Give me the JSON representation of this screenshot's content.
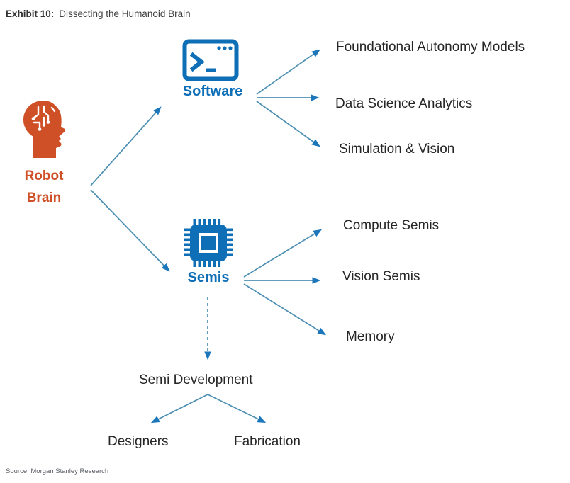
{
  "header": {
    "exhibit_label": "Exhibit 10:",
    "title": "Dissecting the Humanoid Brain"
  },
  "footer": {
    "source": "Source: Morgan Stanley Research"
  },
  "colors": {
    "accent_blue": "#0e6fb7",
    "arrow_line_blue": "#4c8fb3",
    "arrowhead_blue": "#1b76ba",
    "brand_orange": "#cf4f27",
    "label_text": "#262626"
  },
  "nodes": {
    "robot_brain": {
      "icon": "robot-head-circuit-icon",
      "label_line1": "Robot",
      "label_line2": "Brain"
    },
    "software": {
      "icon": "terminal-window-icon",
      "label": "Software",
      "children": [
        "Foundational Autonomy Models",
        "Data Science Analytics",
        "Simulation & Vision"
      ]
    },
    "semis": {
      "icon": "chip-icon",
      "label": "Semis",
      "children": [
        "Compute Semis",
        "Vision Semis",
        "Memory"
      ]
    },
    "semi_development": {
      "label": "Semi Development",
      "children": [
        "Designers",
        "Fabrication"
      ]
    }
  }
}
